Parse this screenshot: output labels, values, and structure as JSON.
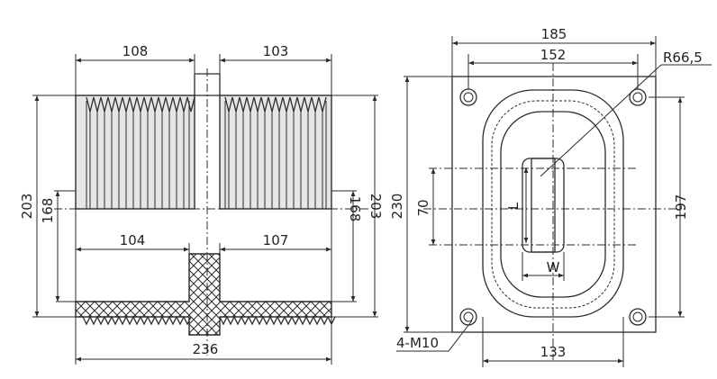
{
  "left_view": {
    "dims": {
      "top_left_width": "108",
      "top_right_width": "103",
      "bottom_left_width": "104",
      "bottom_right_width": "107",
      "overall_width": "236",
      "left_height_outer": "203",
      "left_height_inner": "168",
      "right_height_inner": "168",
      "right_height_outer": "203"
    }
  },
  "right_view": {
    "dims": {
      "flange_width": "185",
      "hole_spacing": "152",
      "corner_radius": "R66,5",
      "body_height": "230",
      "slot_offset": "70",
      "hole_vertical_spacing": "197",
      "bottom_width": "133",
      "slot_length": "L",
      "slot_width": "W",
      "bolt_holes": "4-M10"
    }
  },
  "colors": {
    "line": "#2b2b2b",
    "body_fill": "#e6e6e6",
    "background": "#ffffff"
  }
}
